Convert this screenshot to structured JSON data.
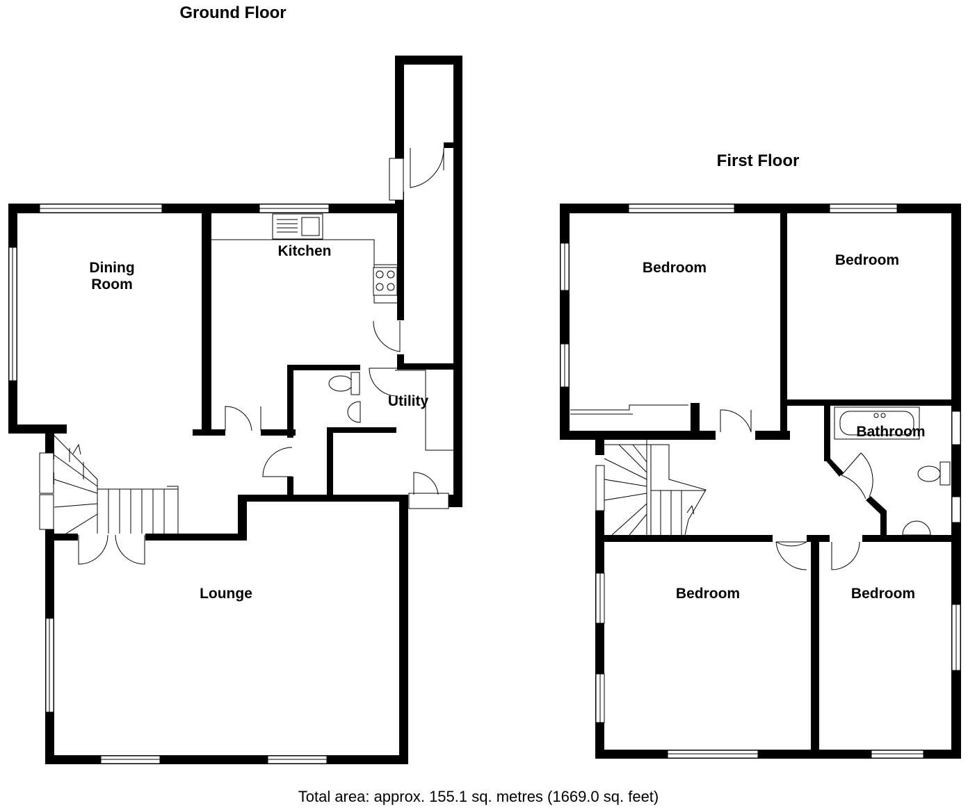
{
  "floors": {
    "ground": {
      "title": "Ground Floor",
      "rooms": {
        "dining_line1": "Dining",
        "dining_line2": "Room",
        "kitchen": "Kitchen",
        "utility": "Utility",
        "lounge": "Lounge"
      }
    },
    "first": {
      "title": "First Floor",
      "rooms": {
        "bedroom_1": "Bedroom",
        "bedroom_2": "Bedroom",
        "bathroom": "Bathroom",
        "bedroom_3": "Bedroom",
        "bedroom_4": "Bedroom"
      }
    }
  },
  "footer": {
    "total_area": "Total area: approx. 155.1 sq. metres (1669.0 sq. feet)"
  },
  "colors": {
    "wall": "#000000",
    "background": "#ffffff"
  }
}
